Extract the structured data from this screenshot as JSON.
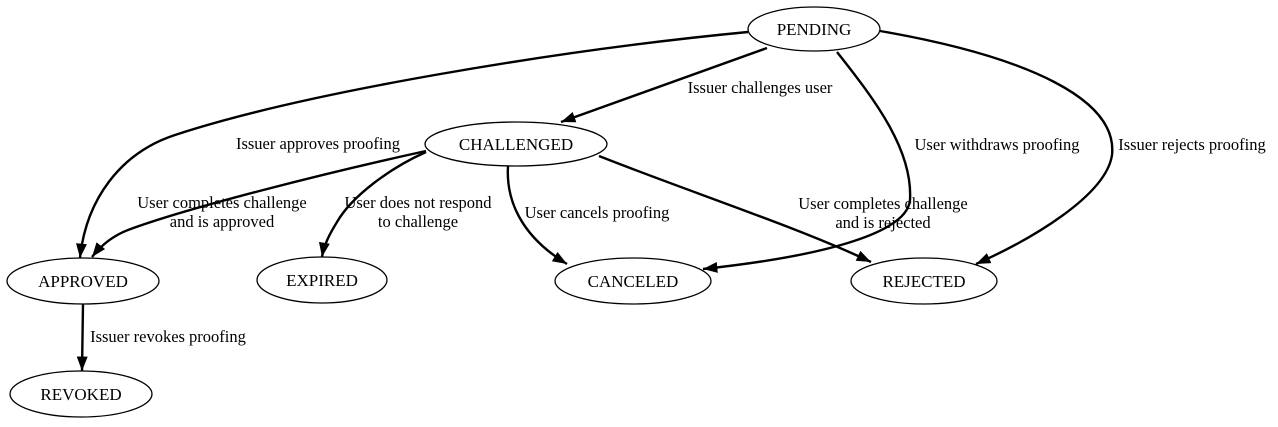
{
  "diagram": {
    "type": "state-machine",
    "colors": {
      "background": "#ffffff",
      "node_fill": "#ffffff",
      "stroke": "#000000",
      "text": "#000000"
    },
    "nodes": [
      {
        "id": "pending",
        "label": "PENDING"
      },
      {
        "id": "challenged",
        "label": "CHALLENGED"
      },
      {
        "id": "approved",
        "label": "APPROVED"
      },
      {
        "id": "expired",
        "label": "EXPIRED"
      },
      {
        "id": "canceled",
        "label": "CANCELED"
      },
      {
        "id": "rejected",
        "label": "REJECTED"
      },
      {
        "id": "revoked",
        "label": "REVOKED"
      }
    ],
    "edges": [
      {
        "from": "PENDING",
        "to": "CHALLENGED",
        "label": "Issuer challenges user"
      },
      {
        "from": "PENDING",
        "to": "APPROVED",
        "label": "Issuer approves proofing"
      },
      {
        "from": "PENDING",
        "to": "CANCELED",
        "label": "User withdraws proofing"
      },
      {
        "from": "PENDING",
        "to": "REJECTED",
        "label": "Issuer rejects proofing"
      },
      {
        "from": "CHALLENGED",
        "to": "APPROVED",
        "label_lines": [
          "User completes challenge",
          "and is approved"
        ]
      },
      {
        "from": "CHALLENGED",
        "to": "EXPIRED",
        "label_lines": [
          "User does not respond",
          "to challenge"
        ]
      },
      {
        "from": "CHALLENGED",
        "to": "CANCELED",
        "label": "User cancels proofing"
      },
      {
        "from": "CHALLENGED",
        "to": "REJECTED",
        "label_lines": [
          "User completes challenge",
          "and is rejected"
        ]
      },
      {
        "from": "APPROVED",
        "to": "REVOKED",
        "label": "Issuer revokes proofing"
      }
    ]
  }
}
